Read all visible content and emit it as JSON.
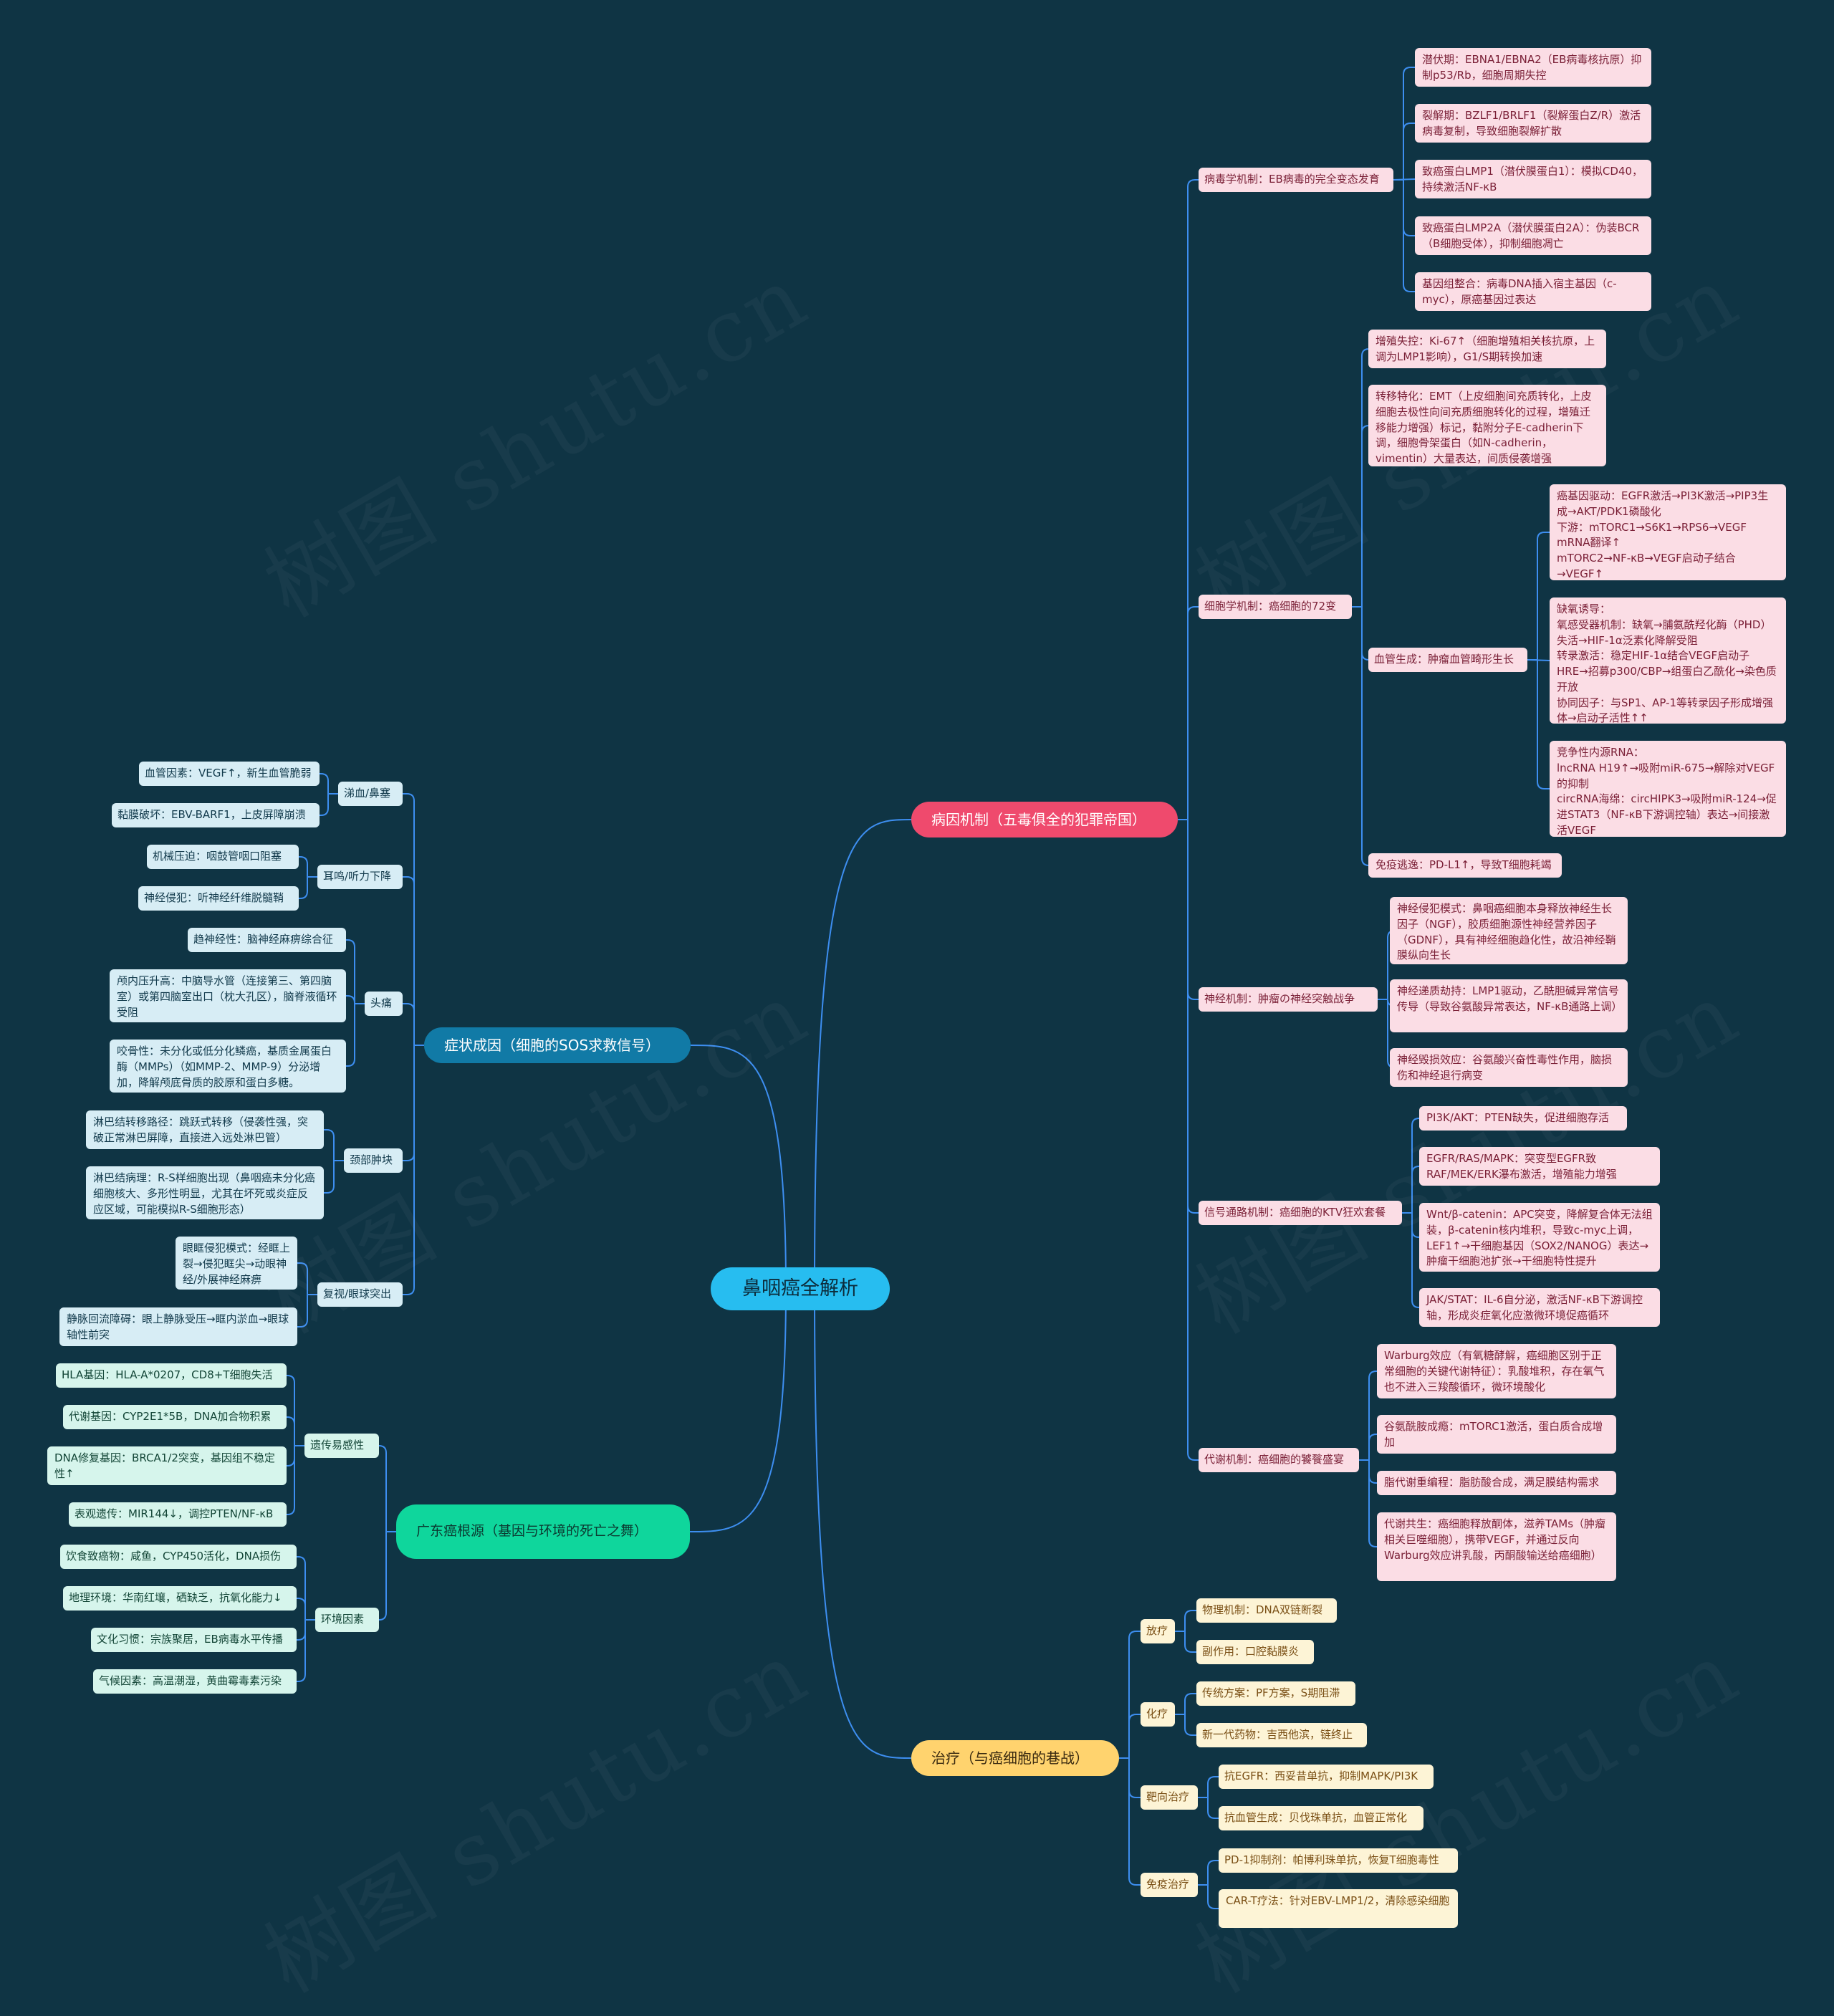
{
  "watermark": "树图 shutu.cn",
  "root": "鼻咽癌全解析",
  "branches": {
    "pathogenesis": {
      "label": "病因机制（五毒俱全的犯罪帝国）",
      "virology": {
        "label": "病毒学机制：EB病毒的完全变态发育",
        "items": [
          "潜伏期：EBNA1/EBNA2（EB病毒核抗原）抑制p53/Rb，细胞周期失控",
          "裂解期：BZLF1/BRLF1（裂解蛋白Z/R）激活病毒复制，导致细胞裂解扩散",
          "致癌蛋白LMP1（潜伏膜蛋白1）：模拟CD40，持续激活NF-κB",
          "致癌蛋白LMP2A（潜伏膜蛋白2A）：伪装BCR（B细胞受体），抑制细胞凋亡",
          "基因组整合：病毒DNA插入宿主基因（c-myc），原癌基因过表达"
        ]
      },
      "cytology": {
        "label": "细胞学机制：癌细胞的72变",
        "items": [
          "增殖失控：Ki-67↑（细胞增殖相关核抗原，上调为LMP1影响），G1/S期转换加速",
          "转移特化：EMT（上皮细胞间充质转化，上皮细胞去极性向间充质细胞转化的过程，增殖迁移能力增强）标记，黏附分子E-cadherin下调，细胞骨架蛋白（如N-cadherin，vimentin）大量表达，间质侵袭增强",
          "免疫逃逸：PD-L1↑，导致T细胞耗竭"
        ],
        "angio": {
          "label": "血管生成：肿瘤血管畸形生长",
          "items": [
            "癌基因驱动：EGFR激活→PI3K激活→PIP3生成→AKT/PDK1磷酸化\n下游：mTORC1→S6K1→RPS6→VEGF mRNA翻译↑\nmTORC2→NF-κB→VEGF启动子结合→VEGF↑",
            "缺氧诱导：\n氧感受器机制：缺氧→脯氨酰羟化酶（PHD）失活→HIF-1α泛素化降解受阻\n转录激活：稳定HIF-1α结合VEGF启动子HRE→招募p300/CBP→组蛋白乙酰化→染色质开放\n协同因子：与SP1、AP-1等转录因子形成增强体→启动子活性↑↑",
            "竞争性内源RNA：\nlncRNA H19↑→吸附miR-675→解除对VEGF的抑制\ncircRNA海绵：circHIPK3→吸附miR-124→促进STAT3（NF-κB下游调控轴）表达→间接激活VEGF"
          ]
        }
      },
      "neural": {
        "label": "神经机制：肿瘤の神经突触战争",
        "items": [
          "神经侵犯模式：鼻咽癌细胞本身释放神经生长因子（NGF），胶质细胞源性神经营养因子（GDNF），具有神经细胞趋化性，故沿神经鞘膜纵向生长",
          "神经递质劫持：LMP1驱动，乙酰胆碱异常信号传导（导致谷氨酸异常表达，NF-κB通路上调）",
          "神经毁损效应：谷氨酸兴奋性毒性作用，脑损伤和神经退行病变"
        ]
      },
      "signaling": {
        "label": "信号通路机制：癌细胞的KTV狂欢套餐",
        "items": [
          "PI3K/AKT：PTEN缺失，促进细胞存活",
          "EGFR/RAS/MAPK：突变型EGFR致RAF/MEK/ERK瀑布激活，增殖能力增强",
          "Wnt/β-catenin：APC突变，降解复合体无法组装，β-catenin核内堆积，导致c-myc上调，LEF1↑→干细胞基因（SOX2/NANOG）表达→肿瘤干细胞池扩张→干细胞特性提升",
          "JAK/STAT：IL-6自分泌，激活NF-κB下游调控轴，形成炎症氧化应激微环境促癌循环"
        ]
      },
      "metabolic": {
        "label": "代谢机制：癌细胞的饕餮盛宴",
        "items": [
          "Warburg效应（有氧糖酵解，癌细胞区别于正常细胞的关键代谢特征）：乳酸堆积，存在氧气也不进入三羧酸循环，微环境酸化",
          "谷氨酰胺成瘾：mTORC1激活，蛋白质合成增加",
          "脂代谢重编程：脂肪酸合成，满足膜结构需求",
          "代谢共生：癌细胞释放酮体，滋养TAMs（肿瘤相关巨噬细胞），携带VEGF，并通过反向Warburg效应讲乳酸，丙酮酸输送给癌细胞）"
        ]
      }
    },
    "treatment": {
      "label": "治疗（与癌细胞的巷战）",
      "groups": [
        {
          "label": "放疗",
          "items": [
            "物理机制：DNA双链断裂",
            "副作用：口腔黏膜炎"
          ]
        },
        {
          "label": "化疗",
          "items": [
            "传统方案：PF方案，S期阻滞",
            "新一代药物：吉西他滨，链终止"
          ]
        },
        {
          "label": "靶向治疗",
          "items": [
            "抗EGFR：西妥昔单抗，抑制MAPK/PI3K",
            "抗血管生成：贝伐珠单抗，血管正常化"
          ]
        },
        {
          "label": "免疫治疗",
          "items": [
            "PD-1抑制剂：帕博利珠单抗，恢复T细胞毒性",
            "CAR-T疗法：针对EBV-LMP1/2，清除感染细胞"
          ]
        }
      ]
    },
    "symptoms": {
      "label": "症状成因（细胞的SOS求救信号）",
      "groups": [
        {
          "label": "涕血/鼻塞",
          "items": [
            "血管因素：VEGF↑，新生血管脆弱",
            "黏膜破坏：EBV-BARF1，上皮屏障崩溃"
          ]
        },
        {
          "label": "耳鸣/听力下降",
          "items": [
            "机械压迫：咽鼓管咽口阻塞",
            "神经侵犯：听神经纤维脱髓鞘"
          ]
        },
        {
          "label": "头痛",
          "items": [
            "趋神经性：脑神经麻痹综合征",
            "颅内压升高：中脑导水管（连接第三、第四脑室）或第四脑室出口（枕大孔区），脑脊液循环受阻",
            "咬骨性：未分化或低分化鳞癌，基质金属蛋白酶（MMPs）（如MMP-2、MMP-9）分泌增加，降解颅底骨质的胶原和蛋白多糖。"
          ]
        },
        {
          "label": "颈部肿块",
          "items": [
            "淋巴结转移路径：跳跃式转移（侵袭性强，突破正常淋巴屏障，直接进入远处淋巴管）",
            "淋巴结病理：R-S样细胞出现（鼻咽癌未分化癌细胞核大、多形性明显，尤其在坏死或炎症反应区域，可能模拟R-S细胞形态）"
          ]
        },
        {
          "label": "复视/眼球突出",
          "items": [
            "眼眶侵犯模式：经眶上裂→侵犯眶尖→动眼神经/外展神经麻痹",
            "静脉回流障碍：眼上静脉受压→眶内淤血→眼球轴性前突"
          ]
        }
      ]
    },
    "origin": {
      "label": "广东癌根源（基因与环境的死亡之舞）",
      "groups": [
        {
          "label": "遗传易感性",
          "items": [
            "HLA基因：HLA-A*0207，CD8+T细胞失活",
            "代谢基因：CYP2E1*5B，DNA加合物积累",
            "DNA修复基因：BRCA1/2突变，基因组不稳定性↑",
            "表观遗传：MIR144↓，调控PTEN/NF-κB"
          ]
        },
        {
          "label": "环境因素",
          "items": [
            "饮食致癌物：咸鱼，CYP450活化，DNA损伤",
            "地理环境：华南红壤，硒缺乏，抗氧化能力↓",
            "文化习惯：宗族聚居，EB病毒水平传播",
            "气候因素：高温潮湿，黄曲霉毒素污染"
          ]
        }
      ]
    }
  }
}
